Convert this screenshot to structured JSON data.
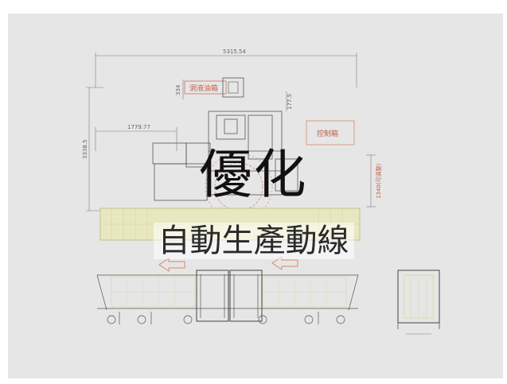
{
  "title": {
    "main": "優化",
    "sub": "自動生產動線"
  },
  "drawing": {
    "dims": {
      "overall_width": "5315.54",
      "left_offset": "1779.77",
      "overall_height": "3338.5",
      "top_small": "334",
      "right_small": "177.5",
      "right_height": "1340(可调整)"
    },
    "labels": {
      "top_box": "洞液油箱",
      "control_box": "控制箱"
    },
    "colors": {
      "panel": "#e6e6e6",
      "line": "#7a7a7a",
      "conveyor": "#d8d89a",
      "accent": "#d68a6a"
    }
  }
}
